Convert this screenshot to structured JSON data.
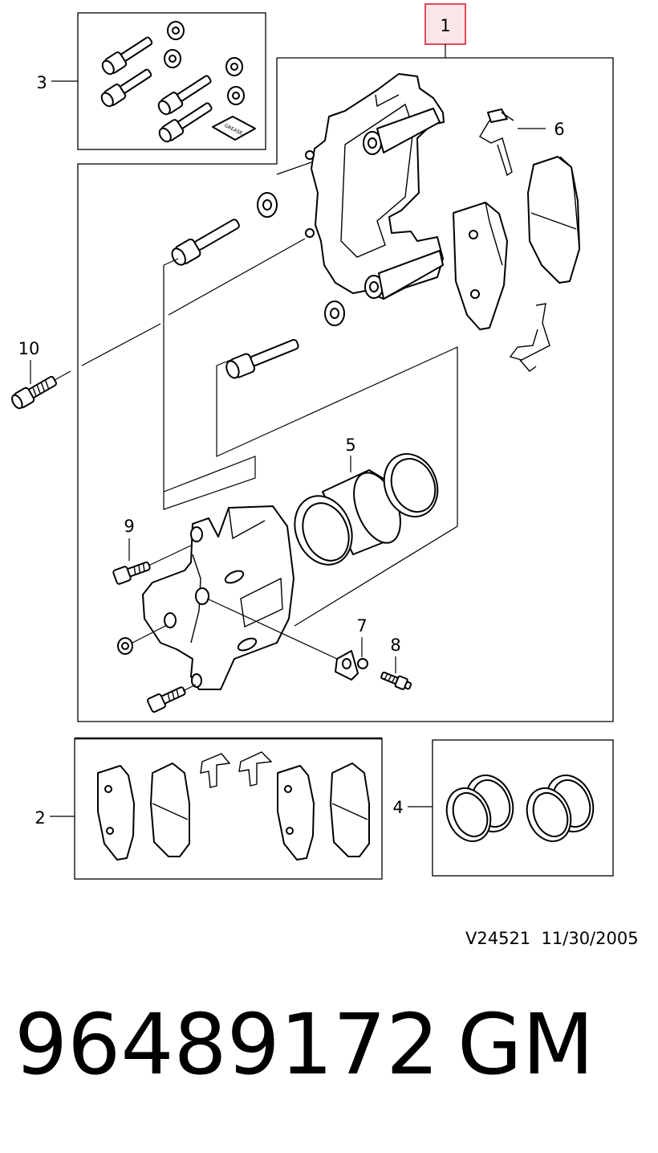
{
  "callouts": {
    "c1": "1",
    "c2": "2",
    "c3": "3",
    "c4": "4",
    "c5": "5",
    "c6": "6",
    "c7": "7",
    "c8": "8",
    "c9": "9",
    "c10": "10"
  },
  "grease_label": "GREASE",
  "reference": {
    "code": "V24521",
    "date": "11/30/2005"
  },
  "part_number": "96489172",
  "brand": "GM",
  "colors": {
    "highlight_box": "#e24a5a",
    "highlight_fill": "#fde6e8",
    "line": "#000000"
  }
}
